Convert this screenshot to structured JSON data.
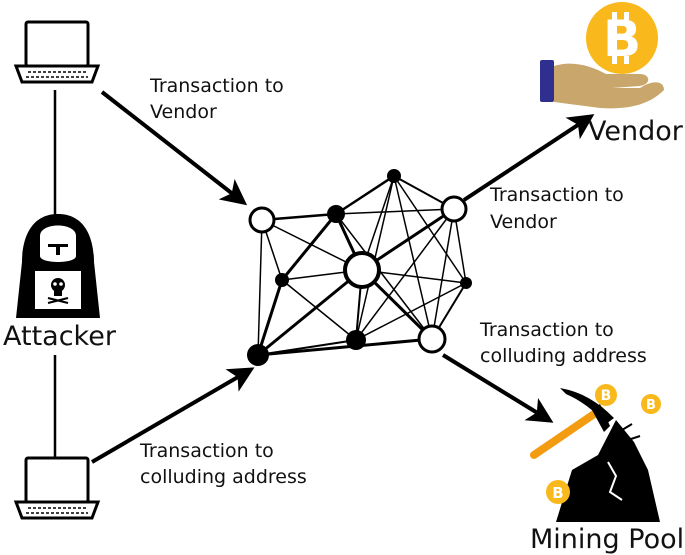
{
  "labels": {
    "attacker": "Attacker",
    "vendor": "Vendor",
    "mining_pool": "Mining Pool",
    "tx_vendor_in_1": "Transaction to",
    "tx_vendor_in_2": "Vendor",
    "tx_vendor_out_1": "Transaction to",
    "tx_vendor_out_2": "Vendor",
    "tx_colluding_in_1": "Transaction to",
    "tx_colluding_in_2": "colluding address",
    "tx_colluding_out_1": "Transaction to",
    "tx_colluding_out_2": "colluding address"
  },
  "icons": {
    "laptop_top": "laptop-icon",
    "laptop_bottom": "laptop-icon",
    "attacker": "hooded-hacker-icon",
    "vendor": "hand-with-bitcoin-icon",
    "mining_pool": "pickaxe-mine-icon",
    "coin": "bitcoin-icon"
  },
  "colors": {
    "coin": "#f9b81b",
    "coin_symbol": "#ffffff",
    "sleeve": "#2f2f8f",
    "hand": "#c9a66b",
    "pickaxe_handle": "#f39c12",
    "ink": "#000000"
  }
}
